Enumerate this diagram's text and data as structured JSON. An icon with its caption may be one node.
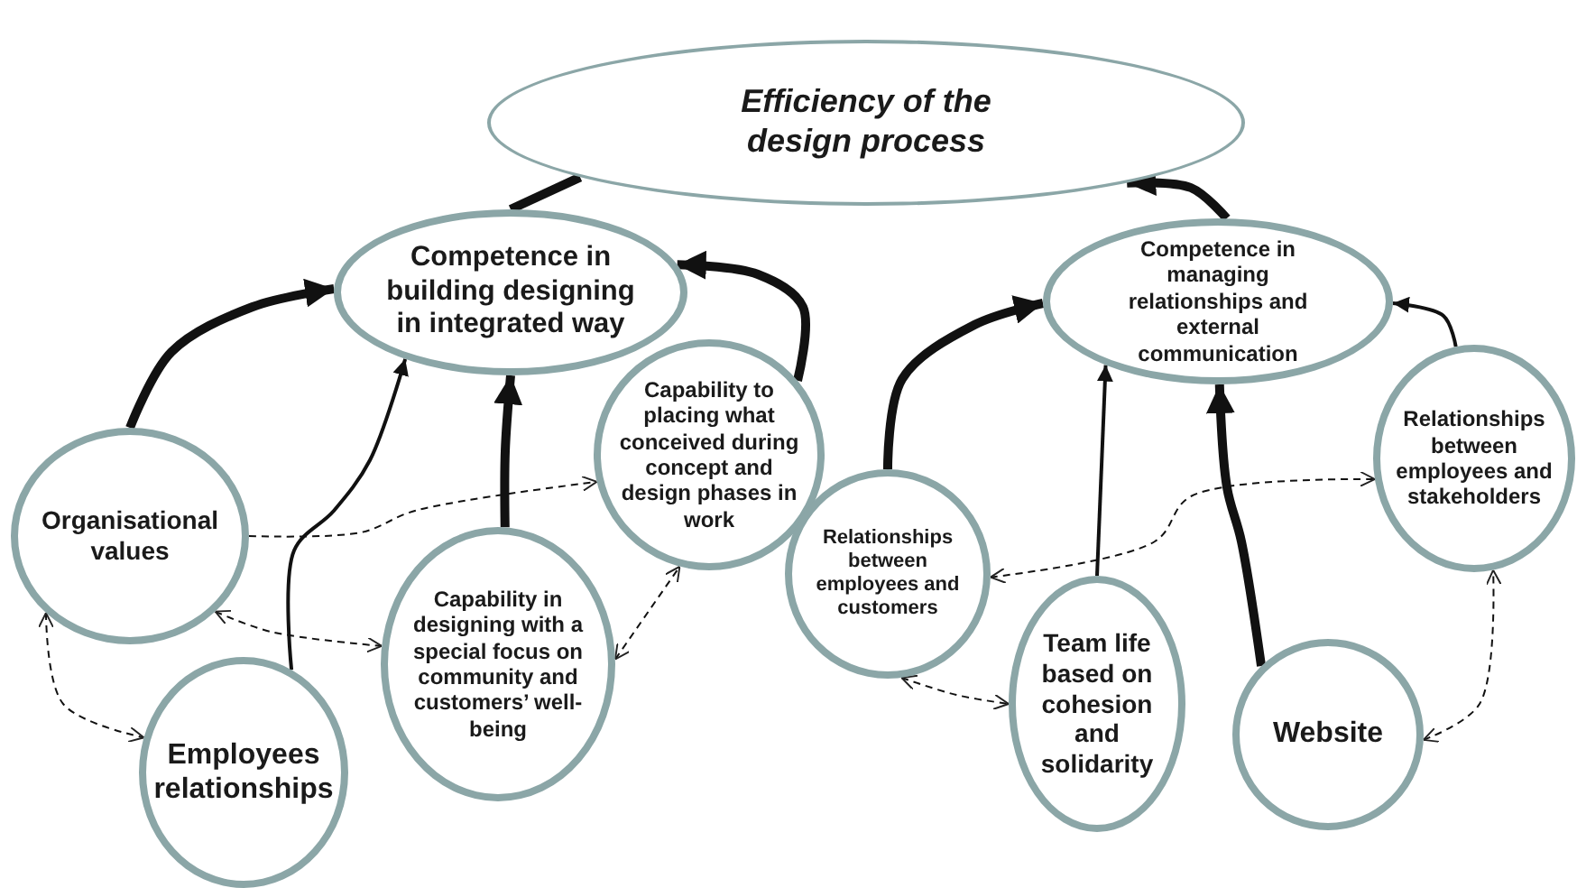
{
  "diagram": {
    "nodes": [
      {
        "text": [
          "Efficiency of the design process"
        ]
      },
      {
        "text": [
          "Competence in building designing in integrated way"
        ]
      },
      {
        "text": [
          "Competence in managing relationships  and external communication"
        ]
      },
      {
        "text": [
          "Organisational values"
        ]
      },
      {
        "text": [
          "Capability to placing what conceived during concept and design phases in work"
        ]
      },
      {
        "text": [
          "Capability in designing with a special focus on community and customers’ well-being"
        ]
      },
      {
        "text": [
          "Employees relationships"
        ]
      },
      {
        "text": [
          "Relationships between employees and customers"
        ]
      },
      {
        "text": [
          "Relationships between employees and stakeholders"
        ]
      },
      {
        "text": [
          "Team life based on cohesion and solidarity"
        ]
      },
      {
        "text": [
          "Website"
        ]
      }
    ],
    "edges": [
      {
        "from": 1,
        "to": 0,
        "arrow": "none",
        "style": "thick"
      },
      {
        "from": 2,
        "to": 0,
        "arrow": "to",
        "style": "thick"
      },
      {
        "from": 3,
        "to": 1,
        "arrow": "to",
        "style": "thick"
      },
      {
        "from": 6,
        "to": 1,
        "arrow": "to"
      },
      {
        "from": 5,
        "to": 1,
        "arrow": "to",
        "style": "thick"
      },
      {
        "from": 4,
        "to": 1,
        "arrow": "to",
        "style": "thick"
      },
      {
        "from": 3,
        "to": 4,
        "arrow": "to",
        "style": "dashed"
      },
      {
        "from": 3,
        "to": 6,
        "arrow": "both",
        "style": "dashed"
      },
      {
        "from": 3,
        "to": 5,
        "arrow": "both",
        "style": "dashed"
      },
      {
        "from": 5,
        "to": 4,
        "arrow": "both",
        "style": "dashed"
      },
      {
        "from": 7,
        "to": 2,
        "arrow": "to",
        "style": "thick"
      },
      {
        "from": 9,
        "to": 2,
        "arrow": "to"
      },
      {
        "from": 10,
        "to": 2,
        "arrow": "to",
        "style": "thick"
      },
      {
        "from": 8,
        "to": 2,
        "arrow": "to"
      },
      {
        "from": 7,
        "to": 8,
        "arrow": "both",
        "style": "dashed"
      },
      {
        "from": 7,
        "to": 9,
        "arrow": "both",
        "style": "dashed"
      },
      {
        "from": 10,
        "to": 8,
        "arrow": "both",
        "style": "dashed"
      }
    ]
  }
}
